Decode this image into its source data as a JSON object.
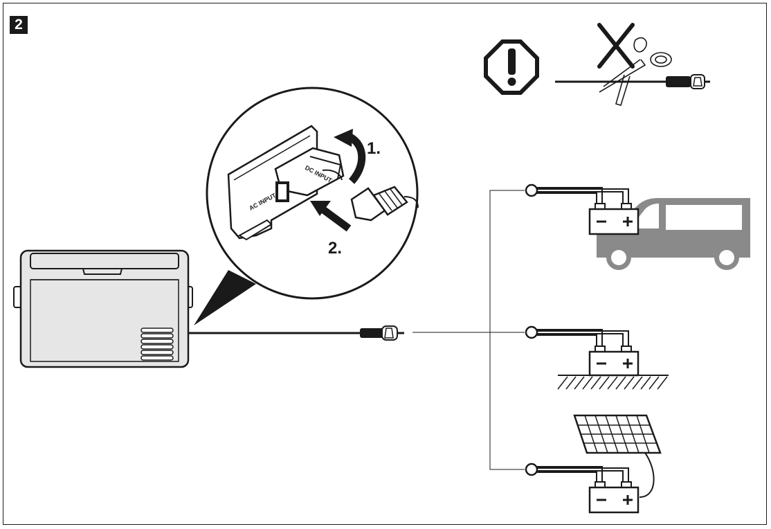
{
  "step_number": "2",
  "callout": {
    "ac_input_label": "AC INPUT",
    "dc_input_label": "DC INPUT",
    "step1_label": "1.",
    "step2_label": "2."
  },
  "colors": {
    "ink": "#1a1a1a",
    "fridge_body": "#e6e6e6",
    "vehicle": "#8a8a8a",
    "white": "#ffffff"
  },
  "icons": [
    "warning-octagon-icon",
    "scissors-crossed-icon",
    "dc-plug-icon",
    "vehicle-icon",
    "battery-icon",
    "ground-hatch-icon",
    "solar-panel-icon"
  ]
}
